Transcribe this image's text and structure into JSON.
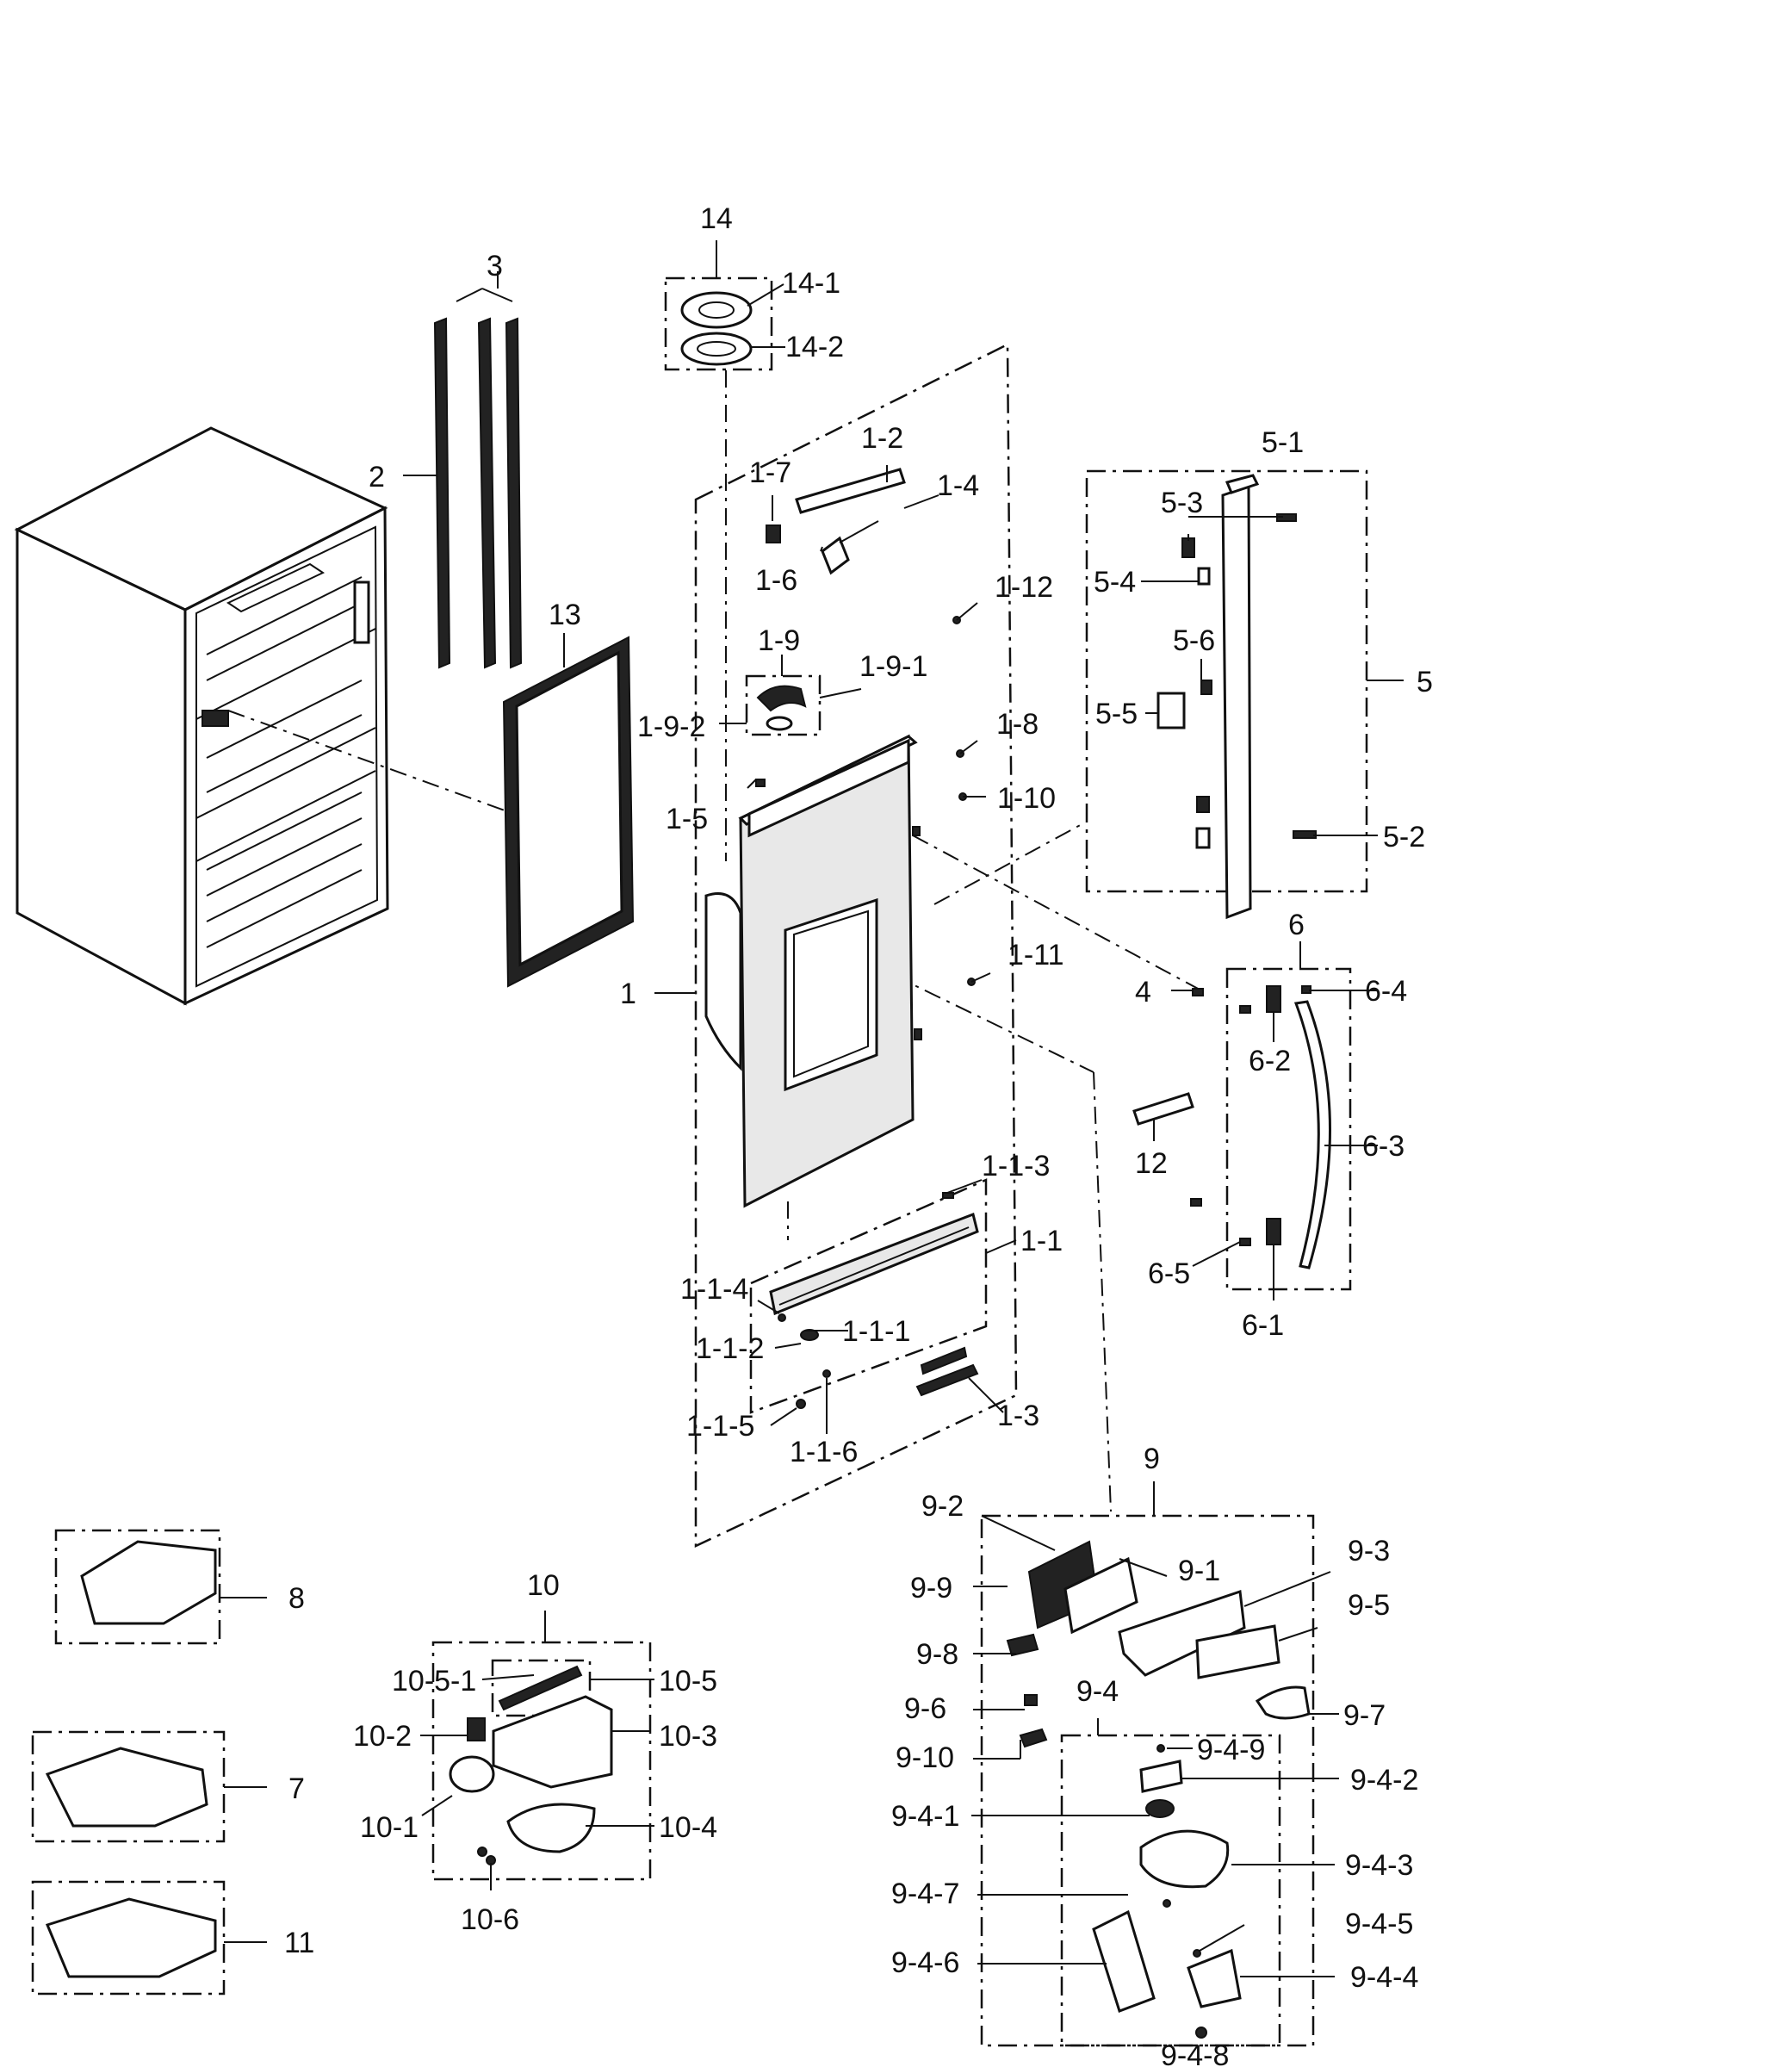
{
  "labels": [
    {
      "id": "p14",
      "text": "14"
    },
    {
      "id": "p14-1",
      "text": "14-1"
    },
    {
      "id": "p14-2",
      "text": "14-2"
    },
    {
      "id": "p3",
      "text": "3"
    },
    {
      "id": "p2",
      "text": "2"
    },
    {
      "id": "p13",
      "text": "13"
    },
    {
      "id": "p1-2",
      "text": "1-2"
    },
    {
      "id": "p1-7",
      "text": "1-7"
    },
    {
      "id": "p1-4",
      "text": "1-4"
    },
    {
      "id": "p1-6",
      "text": "1-6"
    },
    {
      "id": "p1-12",
      "text": "1-12"
    },
    {
      "id": "p1-9",
      "text": "1-9"
    },
    {
      "id": "p1-9-1",
      "text": "1-9-1"
    },
    {
      "id": "p1-9-2",
      "text": "1-9-2"
    },
    {
      "id": "p1-8",
      "text": "1-8"
    },
    {
      "id": "p1-10",
      "text": "1-10"
    },
    {
      "id": "p1-5",
      "text": "1-5"
    },
    {
      "id": "p1",
      "text": "1"
    },
    {
      "id": "p1-11",
      "text": "1-11"
    },
    {
      "id": "p5-1",
      "text": "5-1"
    },
    {
      "id": "p5-3",
      "text": "5-3"
    },
    {
      "id": "p5-4",
      "text": "5-4"
    },
    {
      "id": "p5-6",
      "text": "5-6"
    },
    {
      "id": "p5",
      "text": "5"
    },
    {
      "id": "p5-5",
      "text": "5-5"
    },
    {
      "id": "p5-2",
      "text": "5-2"
    },
    {
      "id": "p6",
      "text": "6"
    },
    {
      "id": "p4",
      "text": "4"
    },
    {
      "id": "p6-4",
      "text": "6-4"
    },
    {
      "id": "p6-2",
      "text": "6-2"
    },
    {
      "id": "p6-3",
      "text": "6-3"
    },
    {
      "id": "p12",
      "text": "12"
    },
    {
      "id": "p6-5",
      "text": "6-5"
    },
    {
      "id": "p6-1",
      "text": "6-1"
    },
    {
      "id": "p1-1-3",
      "text": "1-1-3"
    },
    {
      "id": "p1-1",
      "text": "1-1"
    },
    {
      "id": "p1-1-4",
      "text": "1-1-4"
    },
    {
      "id": "p1-1-1",
      "text": "1-1-1"
    },
    {
      "id": "p1-1-2",
      "text": "1-1-2"
    },
    {
      "id": "p1-1-5",
      "text": "1-1-5"
    },
    {
      "id": "p1-1-6",
      "text": "1-1-6"
    },
    {
      "id": "p1-3",
      "text": "1-3"
    },
    {
      "id": "p9",
      "text": "9"
    },
    {
      "id": "p9-2",
      "text": "9-2"
    },
    {
      "id": "p9-1",
      "text": "9-1"
    },
    {
      "id": "p9-3",
      "text": "9-3"
    },
    {
      "id": "p9-9",
      "text": "9-9"
    },
    {
      "id": "p9-5",
      "text": "9-5"
    },
    {
      "id": "p9-8",
      "text": "9-8"
    },
    {
      "id": "p9-6",
      "text": "9-6"
    },
    {
      "id": "p9-4",
      "text": "9-4"
    },
    {
      "id": "p9-7",
      "text": "9-7"
    },
    {
      "id": "p9-10",
      "text": "9-10"
    },
    {
      "id": "p9-4-9",
      "text": "9-4-9"
    },
    {
      "id": "p9-4-2",
      "text": "9-4-2"
    },
    {
      "id": "p9-4-1",
      "text": "9-4-1"
    },
    {
      "id": "p9-4-3",
      "text": "9-4-3"
    },
    {
      "id": "p9-4-7",
      "text": "9-4-7"
    },
    {
      "id": "p9-4-5",
      "text": "9-4-5"
    },
    {
      "id": "p9-4-6",
      "text": "9-4-6"
    },
    {
      "id": "p9-4-4",
      "text": "9-4-4"
    },
    {
      "id": "p9-4-8",
      "text": "9-4-8"
    },
    {
      "id": "p8",
      "text": "8"
    },
    {
      "id": "p7",
      "text": "7"
    },
    {
      "id": "p11",
      "text": "11"
    },
    {
      "id": "p10",
      "text": "10"
    },
    {
      "id": "p10-5-1",
      "text": "10-5-1"
    },
    {
      "id": "p10-5",
      "text": "10-5"
    },
    {
      "id": "p10-2",
      "text": "10-2"
    },
    {
      "id": "p10-3",
      "text": "10-3"
    },
    {
      "id": "p10-1",
      "text": "10-1"
    },
    {
      "id": "p10-4",
      "text": "10-4"
    },
    {
      "id": "p10-6",
      "text": "10-6"
    }
  ]
}
